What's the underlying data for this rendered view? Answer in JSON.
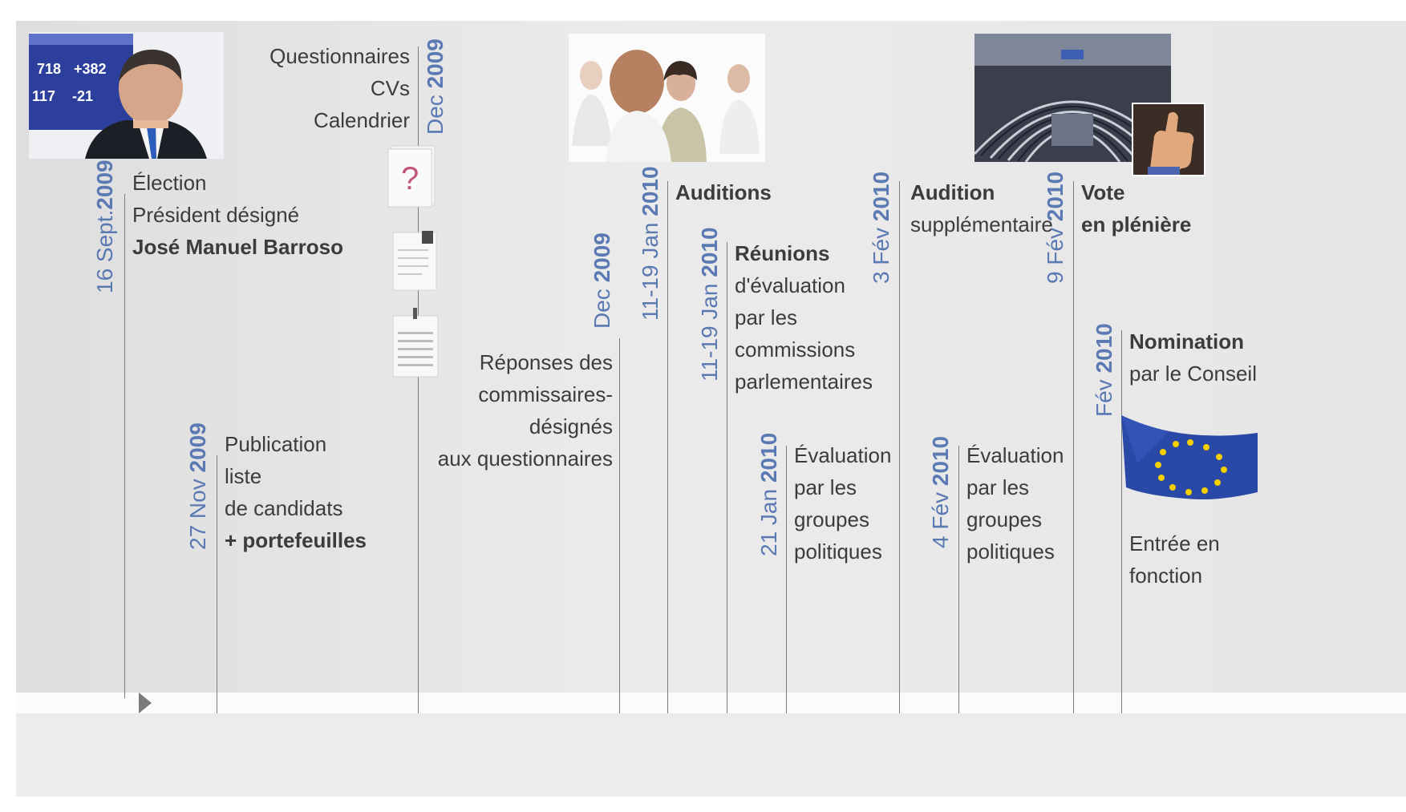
{
  "events": {
    "e1": {
      "date": "16 Sept.",
      "year": "2009",
      "lines": [
        "Élection",
        "Président désigné"
      ],
      "bold": "José Manuel Barroso"
    },
    "e2": {
      "date": "27 Nov ",
      "year": "2009",
      "lines": [
        "Publication",
        "liste",
        "de candidats"
      ],
      "bold": "+ portefeuilles"
    },
    "e3": {
      "date": "Dec ",
      "year": "2009",
      "lines": [
        "Questionnaires",
        "CVs",
        "Calendrier"
      ]
    },
    "e4": {
      "date": "Dec ",
      "year": "2009",
      "lines": [
        "Réponses des",
        "commissaires-",
        "désignés",
        "aux questionnaires"
      ]
    },
    "e5": {
      "date": "11-19 Jan ",
      "year": "2010",
      "bold": "Auditions"
    },
    "e6": {
      "date": "11-19 Jan ",
      "year": "2010",
      "bold": "Réunions",
      "lines": [
        "d'évaluation",
        "par les",
        "commissions",
        "parlementaires"
      ]
    },
    "e7": {
      "date": "21 Jan ",
      "year": "2010",
      "lines": [
        "Évaluation",
        "par les",
        "groupes",
        "politiques"
      ]
    },
    "e8": {
      "date": "3 Fév ",
      "year": "2010",
      "bold": "Audition",
      "lines": [
        "supplémentaire"
      ]
    },
    "e9": {
      "date": "4 Fév ",
      "year": "2010",
      "lines": [
        "Évaluation",
        "par les",
        "groupes",
        "politiques"
      ]
    },
    "e10": {
      "date": "9 Fév ",
      "year": "2010",
      "bold": "Vote",
      "bold2": "en plénière"
    },
    "e11": {
      "date": "Fév ",
      "year": "2010",
      "bold": "Nomination",
      "lines": [
        "par le Conseil"
      ]
    },
    "e12": {
      "lines": [
        "Entrée en",
        "fonction"
      ]
    }
  },
  "photo1": {
    "screen_numbers": [
      "718",
      "+382",
      "117",
      "-21"
    ]
  },
  "colors": {
    "date": "#5b79b3",
    "text": "#3c3c3c",
    "line": "#7c7c7c",
    "eu_blue": "#2a48a6",
    "eu_star": "#f4d000"
  }
}
